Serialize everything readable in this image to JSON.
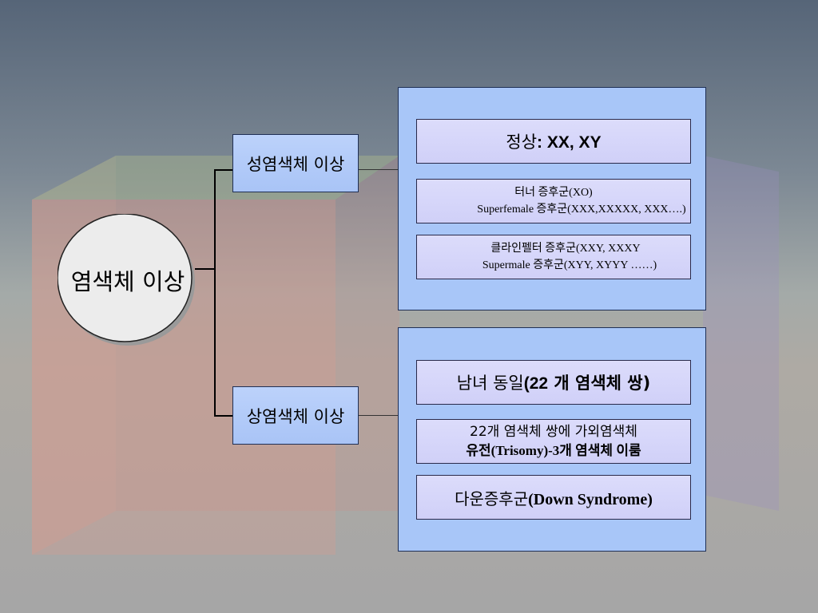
{
  "root": {
    "label": "염색체 이상"
  },
  "categories": {
    "sex": {
      "label": "성염색체 이상"
    },
    "auto": {
      "label": "상염색체 이상"
    }
  },
  "sex_panel": {
    "normal": {
      "ko": "정상",
      "rest": ": XX, XY"
    },
    "turner": {
      "line1": "터너 증후군(XO)",
      "line2": "Superfemale 증후군(XXX,XXXXX, XXX….)"
    },
    "klinefelter": {
      "line1": "클라인펠터 증후군(XXY, XXXY",
      "line2": "Supermale 증후군(XYY, XYYY ……)"
    }
  },
  "auto_panel": {
    "pairs": {
      "ko1": "남녀 동일",
      "rest": "(22",
      "ko2": " 개 염색체 쌍)"
    },
    "trisomy": {
      "line1": "22개 염색체 쌍에 가외염색체",
      "line2": "유전(Trisomy)-3개 염색체 이룸"
    },
    "down": {
      "ko": "다운증후군",
      "en": "(Down Syndrome)"
    }
  },
  "colors": {
    "panel": "#a8c6f8",
    "box": "#d6d6fa",
    "category": "#b3cbf8",
    "circle": "#e8e8e8"
  }
}
